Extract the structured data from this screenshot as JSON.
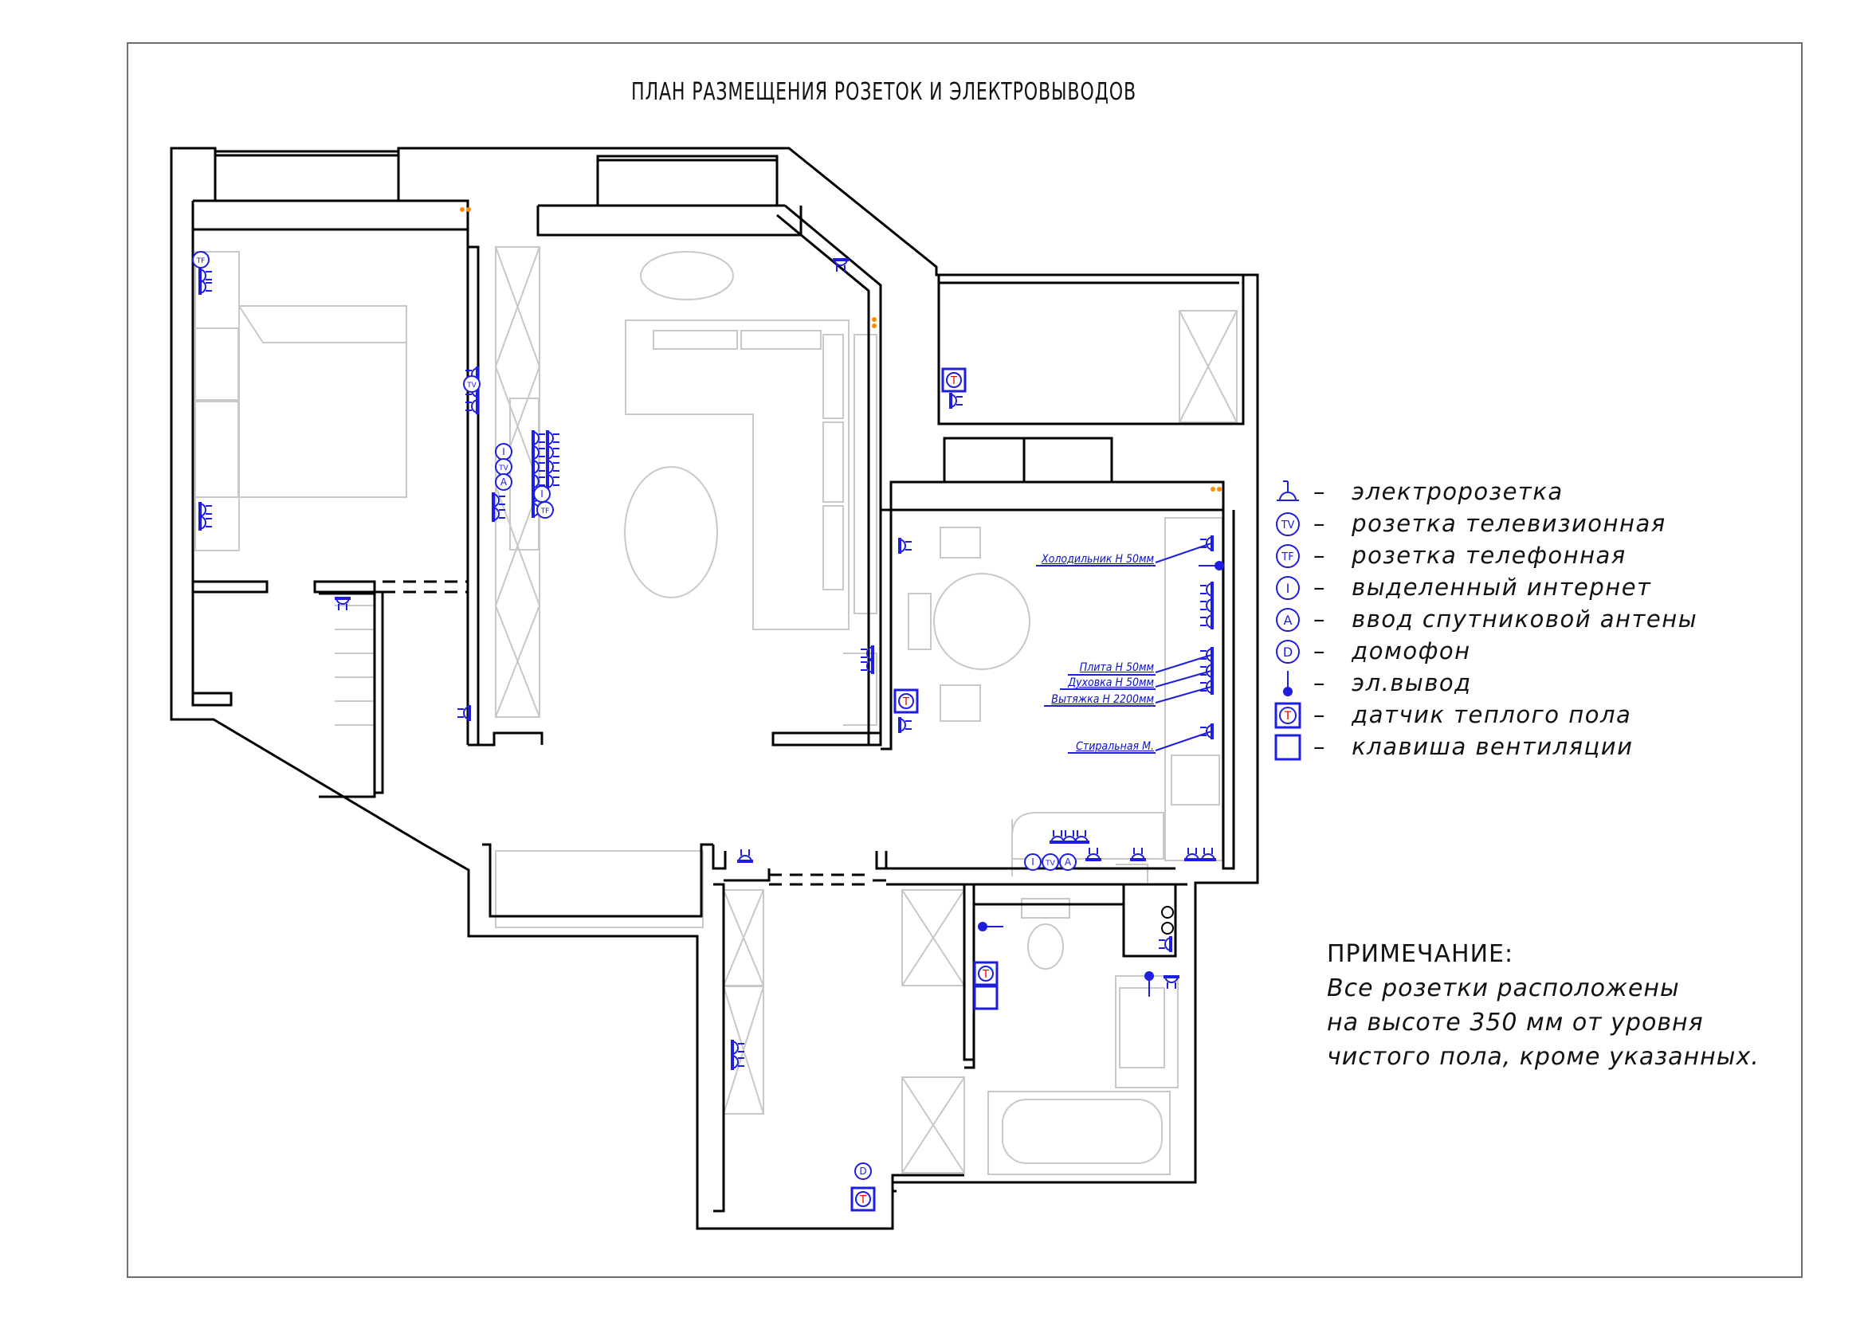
{
  "title": "ПЛАН РАЗМЕЩЕНИЯ РОЗЕТОК И ЭЛЕКТРОВЫВОДОВ",
  "colors": {
    "wall": "#000000",
    "symbol": "#1e1ee0",
    "furniture": "#c8c8c8",
    "accent": "#ff8c00",
    "sensor_T": "#e00000"
  },
  "legend": [
    {
      "icon": "socket-icon",
      "dash": "–",
      "label": "электророзетка"
    },
    {
      "icon": "tv-socket-icon",
      "letter": "TV",
      "dash": "–",
      "label": "розетка телевизионная"
    },
    {
      "icon": "phone-socket-icon",
      "letter": "TF",
      "dash": "–",
      "label": "розетка телефонная"
    },
    {
      "icon": "internet-socket-icon",
      "letter": "I",
      "dash": "–",
      "label": "выделенный интернет"
    },
    {
      "icon": "antenna-socket-icon",
      "letter": "A",
      "dash": "–",
      "label": "ввод спутниковой антены"
    },
    {
      "icon": "intercom-icon",
      "letter": "D",
      "dash": "–",
      "label": "домофон"
    },
    {
      "icon": "power-outlet-icon",
      "dash": "–",
      "label": "эл.вывод"
    },
    {
      "icon": "floor-sensor-icon",
      "letter": "T",
      "dash": "–",
      "label": "датчик теплого пола"
    },
    {
      "icon": "vent-switch-icon",
      "dash": "–",
      "label": "клавиша вентиляции"
    }
  ],
  "callouts": [
    {
      "name": "fridge",
      "text": "Холодильник Н 50мм"
    },
    {
      "name": "stove",
      "text": "Плита Н 50мм"
    },
    {
      "name": "oven",
      "text": "Духовка Н 50мм"
    },
    {
      "name": "hood",
      "text": "Вытяжка Н 2200мм"
    },
    {
      "name": "washer",
      "text": "Стиральная М."
    }
  ],
  "symbol_letters": {
    "tv": "TV",
    "tf": "TF",
    "internet": "I",
    "antenna": "A",
    "intercom": "D",
    "sensor": "T"
  },
  "note": {
    "title": "ПРИМЕЧАНИЕ:",
    "lines": [
      "Все розетки расположены",
      "на высоте 350 мм от уровня",
      "чистого пола, кроме указанных."
    ]
  }
}
